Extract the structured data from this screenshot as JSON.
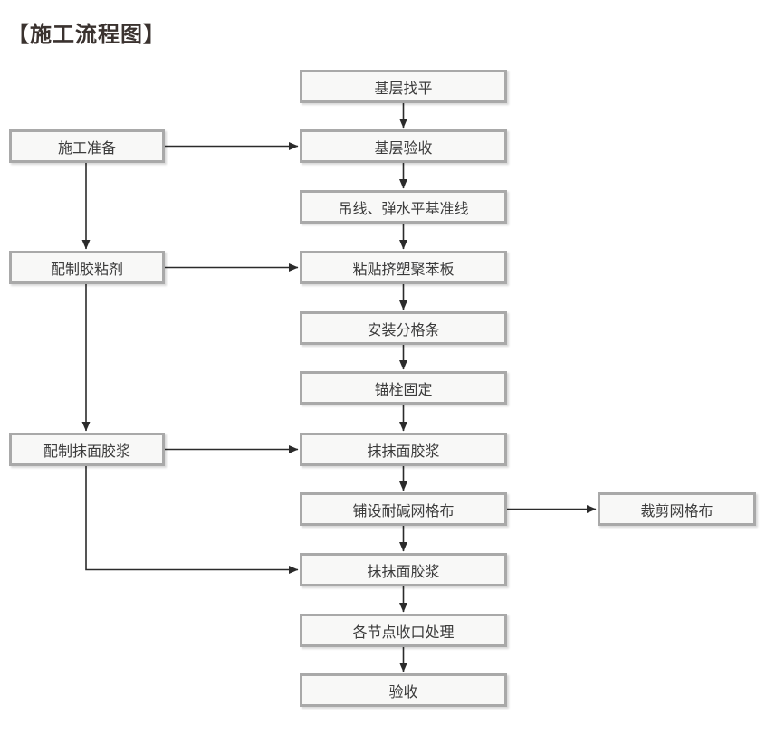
{
  "title": "【施工流程图】",
  "colors": {
    "box_border": "#a9a9a9",
    "box_fill": "#f8f8f7",
    "text": "#3c3c3c",
    "arrow": "#2b2b2b",
    "title": "#3a322f"
  },
  "flow": {
    "main_steps": [
      "基层找平",
      "基层验收",
      "吊线、弹水平基准线",
      "粘贴挤塑聚苯板",
      "安装分格条",
      "锚栓固定",
      "抹抹面胶浆",
      "铺设耐碱网格布",
      "抹抹面胶浆",
      "各节点收口处理",
      "验收"
    ],
    "left_steps": [
      "施工准备",
      "配制胶粘剂",
      "配制抹面胶浆"
    ],
    "right_steps": [
      "裁剪网格布"
    ]
  }
}
